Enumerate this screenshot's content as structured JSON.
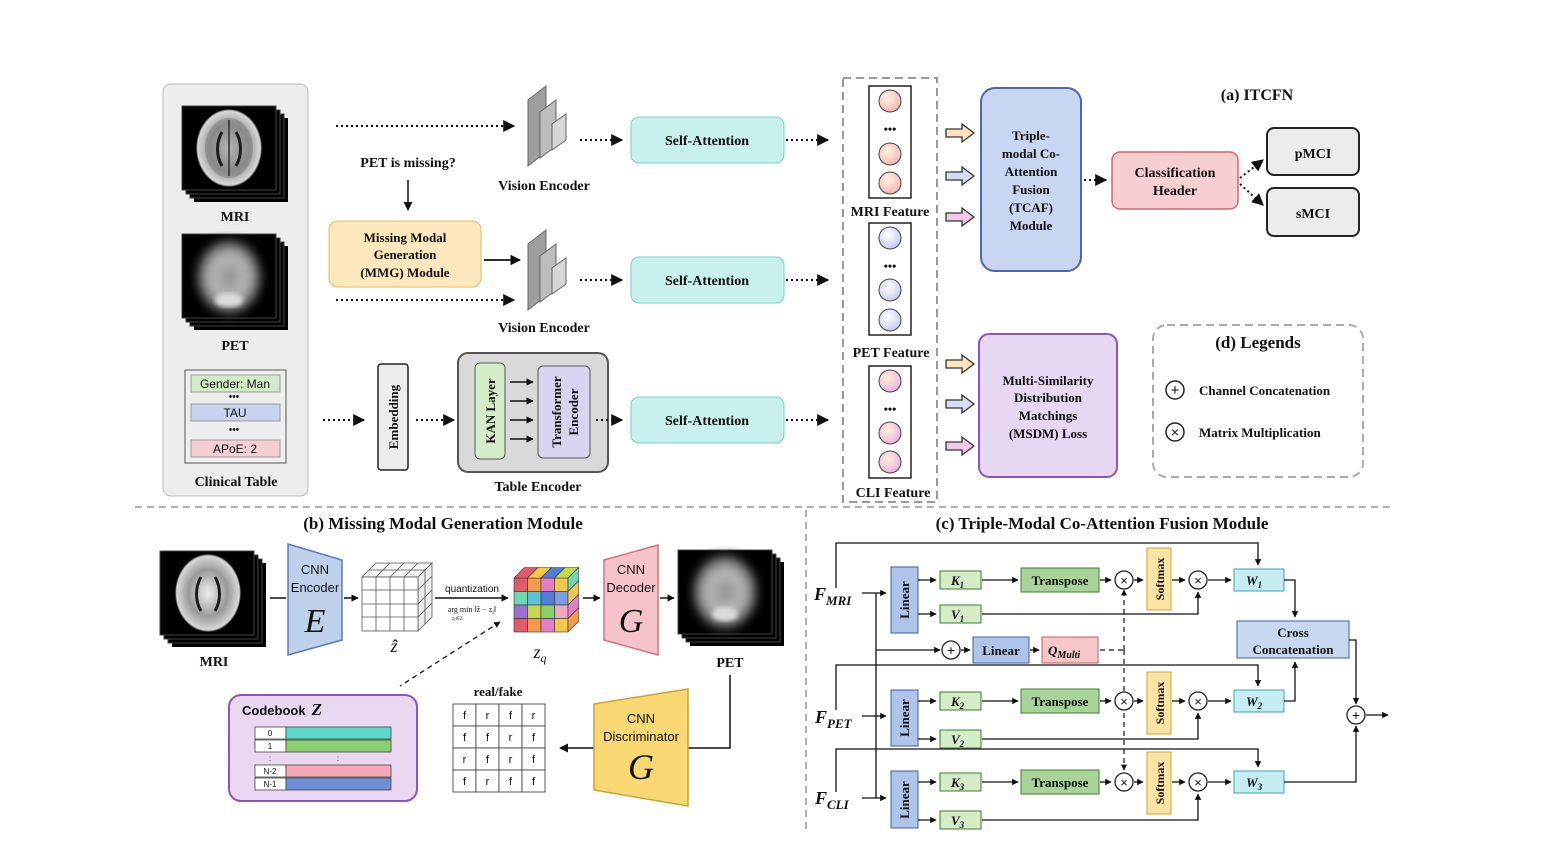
{
  "panel_a": {
    "title": "(a) ITCFN",
    "inputs": {
      "mri": "MRI",
      "pet": "PET",
      "clinical": "Clinical Table"
    },
    "clinical_rows": {
      "gender": "Gender: Man",
      "tau": "TAU",
      "apoe": "APoE: 2",
      "dots": "•••"
    },
    "pet_missing": "PET is missing?",
    "mmg": [
      "Missing Modal",
      "Generation",
      "(MMG) Module"
    ],
    "vision_encoder": "Vision Encoder",
    "self_attention": "Self-Attention",
    "embedding": "Embedding",
    "kan_layer": "KAN Layer",
    "transformer_encoder": [
      "Transformer",
      "Encoder"
    ],
    "table_encoder": "Table Encoder",
    "features": {
      "mri": "MRI Feature",
      "pet": "PET Feature",
      "cli": "CLI Feature",
      "dots": "•••"
    },
    "tcaf": [
      "Triple-",
      "modal Co-",
      "Attention",
      "Fusion",
      "(TCAF)",
      "Module"
    ],
    "classification": [
      "Classification",
      "Header"
    ],
    "outputs": {
      "pmci": "pMCI",
      "smci": "sMCI"
    },
    "msdm": [
      "Multi-Similarity",
      "Distribution",
      "Matchings",
      "(MSDM) Loss"
    ]
  },
  "panel_d": {
    "title": "(d) Legends",
    "concat": "Channel Concatenation",
    "matmul": "Matrix Multiplication",
    "plus_symbol": "+",
    "times_symbol": "×"
  },
  "panel_b": {
    "title": "(b) Missing Modal Generation Module",
    "mri": "MRI",
    "pet": "PET",
    "cnn_encoder": [
      "CNN",
      "Encoder"
    ],
    "encoder_symbol": "E",
    "cnn_decoder": [
      "CNN",
      "Decoder"
    ],
    "decoder_symbol": "G",
    "cnn_discriminator": [
      "CNN",
      "Discriminator"
    ],
    "discriminator_symbol": "G",
    "z_hat": "ẑ",
    "z_q": "z",
    "z_q_sub": "q",
    "quantization": "quantization",
    "argmin": "arg min ‖ẑ − z",
    "argmin_sub": "i",
    "argmin_end": "‖",
    "argmin_under": "z",
    "argmin_under_sub": "i",
    "argmin_under_end": "∈Z",
    "codebook": "Codebook",
    "codebook_symbol": "Z",
    "codebook_rows": [
      "0",
      "1",
      ":",
      "N-2",
      "N-1"
    ],
    "codebook_colon": ":",
    "real_fake": "real/fake",
    "rf_grid": [
      [
        "f",
        "r",
        "f",
        "r"
      ],
      [
        "f",
        "f",
        "r",
        "f"
      ],
      [
        "r",
        "f",
        "r",
        "f"
      ],
      [
        "f",
        "r",
        "f",
        "f"
      ]
    ]
  },
  "panel_c": {
    "title": "(c) Triple-Modal Co-Attention Fusion Module",
    "f_mri": "F",
    "f_mri_sub": "MRI",
    "f_pet": "F",
    "f_pet_sub": "PET",
    "f_cli": "F",
    "f_cli_sub": "CLI",
    "linear": "Linear",
    "transpose": "Transpose",
    "softmax": "Softmax",
    "k": "K",
    "v": "V",
    "w": "W",
    "subs": [
      "1",
      "2",
      "3"
    ],
    "q_multi": "Q",
    "q_multi_sub": "Multi",
    "cross": [
      "Cross",
      "Concatenation"
    ],
    "plus": "+",
    "times": "×"
  },
  "colors": {
    "self_attention": "#c8f0ec",
    "mmg": "#fde8bd",
    "tcaf": "#c9d6f2",
    "classification": "#f7cfd3",
    "msdm": "#e7d7f2",
    "kan": "#d5edc8",
    "transformer": "#d6d4f0",
    "linear": "#aec4ea",
    "k_v_box": "#d6ecc8",
    "transpose": "#a8d49a",
    "softmax": "#fbe4a4",
    "w_box": "#c6eef2",
    "q_multi": "#f4c7c9",
    "cross": "#c8d8f0",
    "encoder": "#bfd0ea",
    "decoder": "#f6c3cb",
    "discriminator": "#f9d874",
    "codebook": "#ead7f1"
  }
}
